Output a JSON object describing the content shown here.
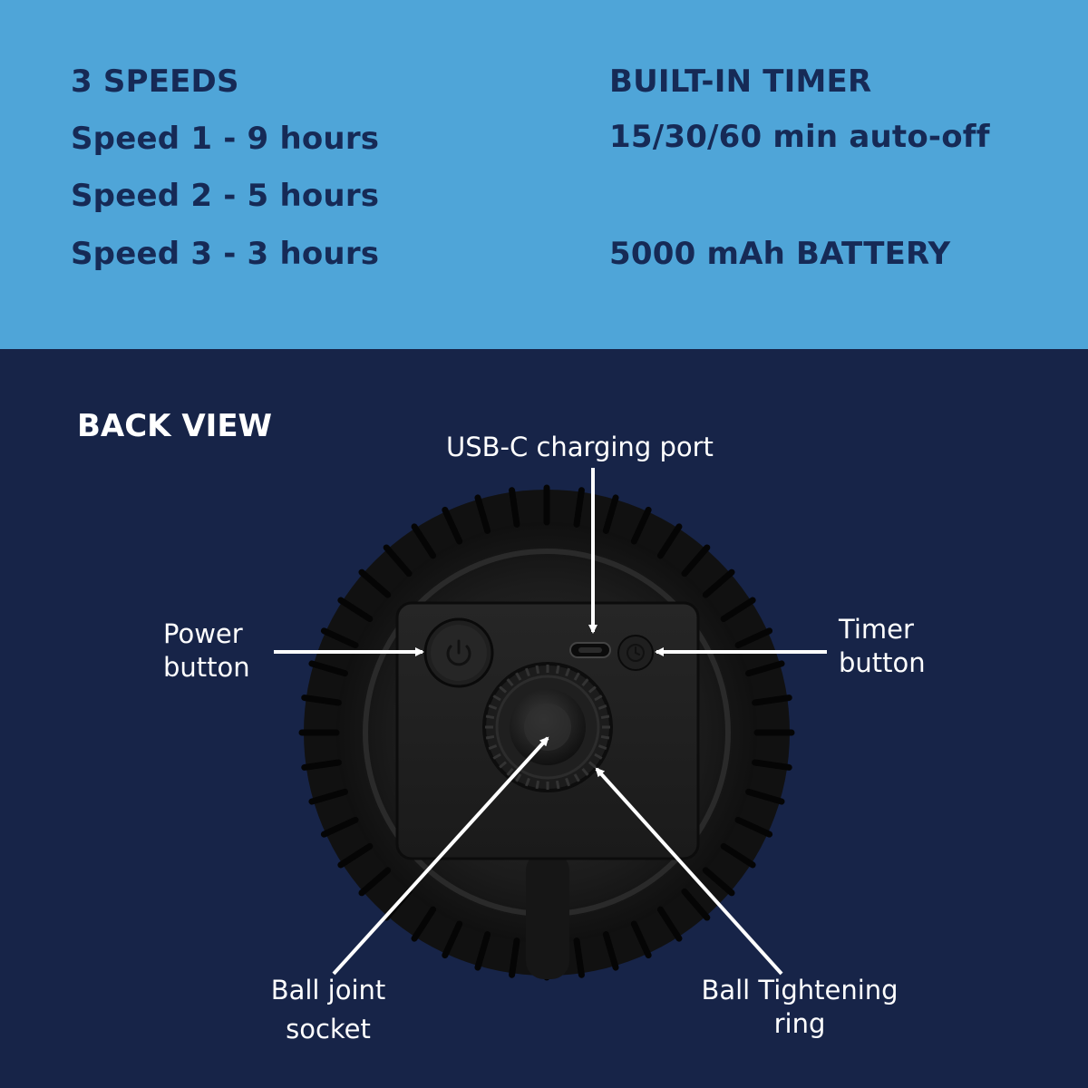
{
  "specs": {
    "speeds_title": "3 SPEEDS",
    "speeds": [
      "Speed 1 - 9 hours",
      "Speed 2 - 5 hours",
      "Speed 3 - 3 hours"
    ],
    "timer_title": "BUILT-IN TIMER",
    "timer_detail": "15/30/60 min auto-off",
    "battery": "5000 mAh BATTERY"
  },
  "back_view": {
    "title": "BACK VIEW",
    "usb_label": "USB-C charging port",
    "power_label": [
      "Power",
      "button"
    ],
    "timer_label": [
      "Timer",
      "button"
    ],
    "socket_label": [
      "Ball joint",
      "socket"
    ],
    "ring_label": [
      "Ball Tightening",
      "ring"
    ]
  },
  "colors": {
    "top_band": "#4fa5d8",
    "bottom_band": "#172448",
    "spec_text": "#162a56",
    "label_text": "#ffffff"
  },
  "icons": [
    "power-icon",
    "timer-clock-icon",
    "usb-c-port-icon",
    "fan-grille-icon"
  ]
}
